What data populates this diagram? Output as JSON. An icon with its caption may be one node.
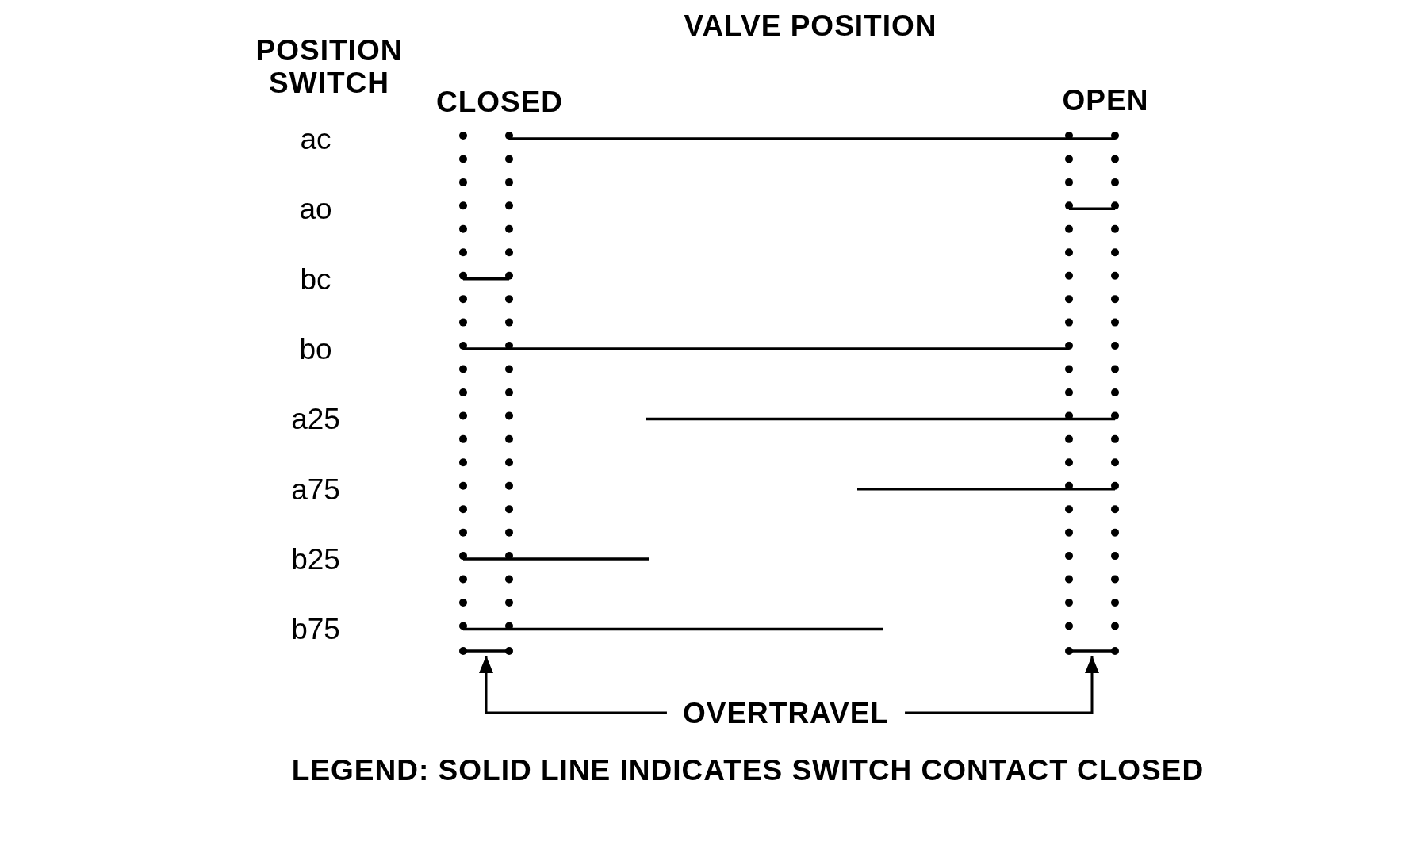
{
  "diagram": {
    "caption": "LEGEND: SOLID LINE INDICATES SWITCH CONTACT CLOSED",
    "nodes": [
      {
        "text": [
          "OVERTRAVEL"
        ]
      },
      {
        "text": [],
        "shape": "bar"
      },
      {
        "text": [],
        "shape": "bar"
      }
    ],
    "edges": [
      {
        "from": 0,
        "to": 1,
        "arrow": "to"
      },
      {
        "from": 0,
        "to": 2,
        "arrow": "to"
      }
    ],
    "labels": [
      "VALVE POSITION",
      "POSITION SWITCH",
      "CLOSED",
      "OPEN",
      "ac",
      "ao",
      "bc",
      "bo",
      "a25",
      "a75",
      "b25",
      "b75"
    ]
  }
}
